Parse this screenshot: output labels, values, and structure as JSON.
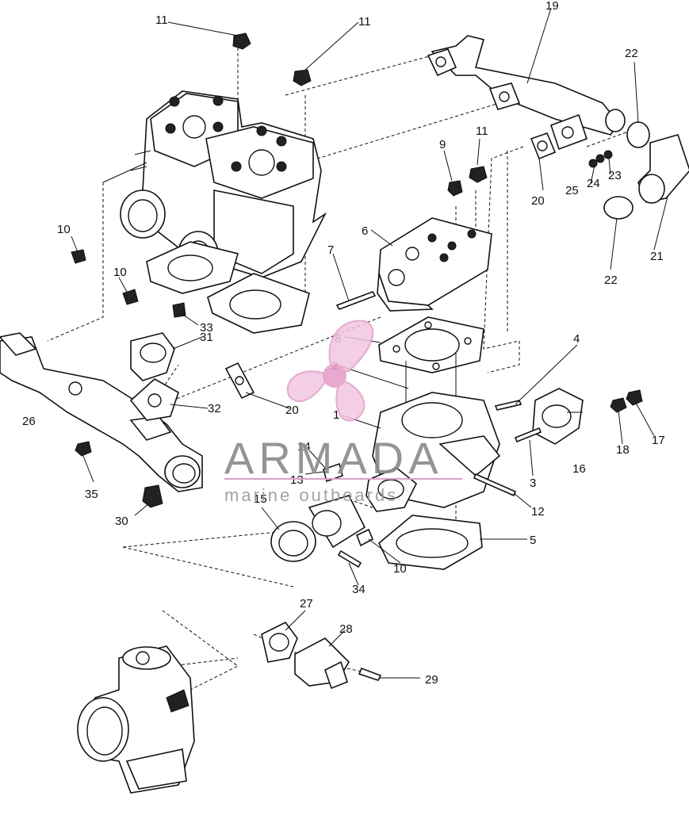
{
  "watermark": {
    "brand": "ARMADA",
    "tagline": "marine outboards",
    "accent_color": "#e69ac6"
  },
  "callouts": [
    "1",
    "2",
    "3",
    "4",
    "5",
    "6",
    "7",
    "8",
    "9",
    "10",
    "11",
    "12",
    "13",
    "14",
    "15",
    "16",
    "17",
    "18",
    "19",
    "20",
    "21",
    "22",
    "23",
    "24",
    "25",
    "26",
    "27",
    "28",
    "29",
    "30",
    "31",
    "32",
    "33",
    "34",
    "35"
  ]
}
